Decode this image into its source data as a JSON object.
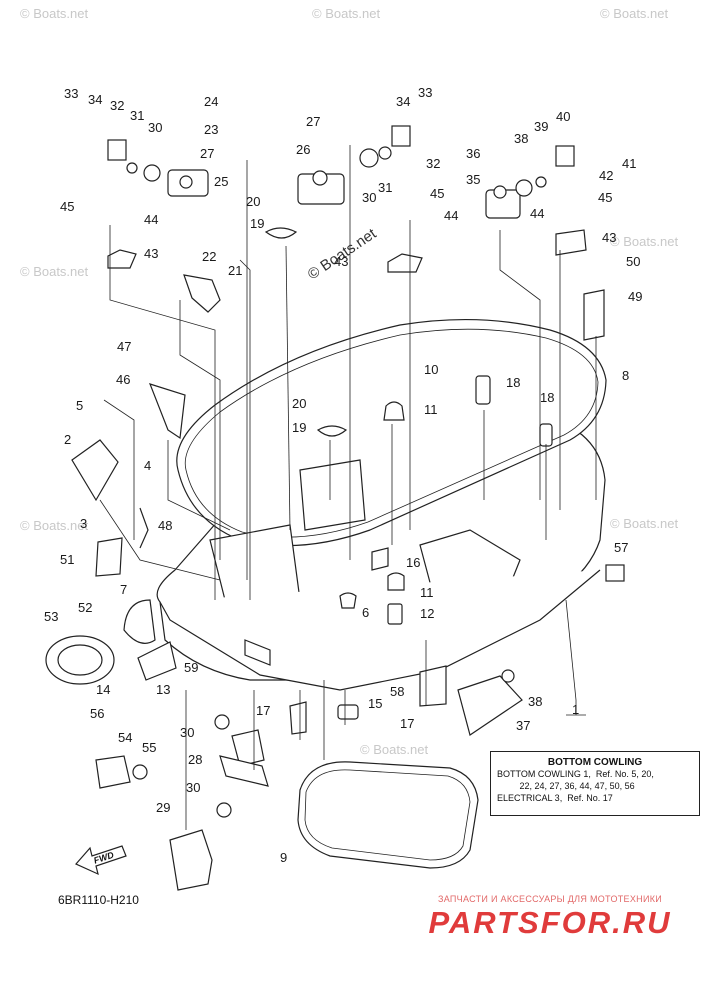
{
  "watermarks": [
    "© Boats.net",
    "© Boats.net",
    "© Boats.net",
    "© Boats.net",
    "© Boats.net",
    "© Boats.net",
    "© Boats.net",
    "© Boats.net"
  ],
  "center_watermark": "© Boats.net",
  "callouts": [
    "33",
    "34",
    "32",
    "31",
    "30",
    "27",
    "25",
    "24",
    "23",
    "45",
    "44",
    "43",
    "22",
    "21",
    "20",
    "19",
    "27",
    "26",
    "30",
    "31",
    "34",
    "33",
    "32",
    "45",
    "44",
    "43",
    "36",
    "38",
    "39",
    "40",
    "42",
    "41",
    "35",
    "45",
    "44",
    "43",
    "50",
    "49",
    "47",
    "46",
    "5",
    "4",
    "2",
    "3",
    "48",
    "51",
    "10",
    "18",
    "20",
    "11",
    "19",
    "18",
    "8",
    "16",
    "11",
    "6",
    "12",
    "57",
    "7",
    "53",
    "52",
    "59",
    "14",
    "13",
    "58",
    "38",
    "56",
    "54",
    "55",
    "17",
    "15",
    "17",
    "37",
    "30",
    "28",
    "30",
    "29",
    "9",
    "1"
  ],
  "legend_box": {
    "title": "BOTTOM COWLING",
    "lines": [
      "BOTTOM COWLING 1,  Ref. No. 5, 20,",
      "         22, 24, 27, 36, 44, 47, 50, 56",
      "ELECTRICAL 3,  Ref. No. 17"
    ]
  },
  "fwd_label": "FWD",
  "diagram_code": "6BR1110-H210",
  "brand": {
    "tagline": "ЗАПЧАСТИ И АКСЕССУАРЫ ДЛЯ МОТОТЕХНИКИ",
    "name": "PARTSFOR.RU"
  }
}
